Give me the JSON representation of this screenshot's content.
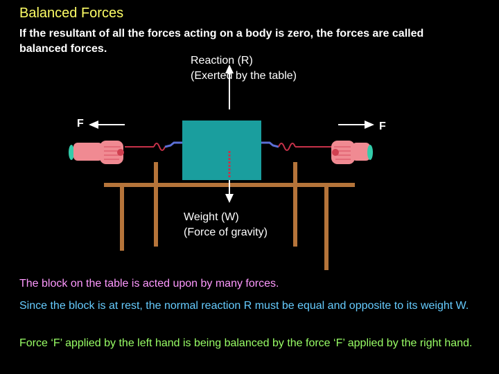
{
  "slide": {
    "title": "Balanced Forces",
    "intro": "If the resultant of all the forces acting on a body is zero, the forces are called balanced forces."
  },
  "diagram": {
    "reaction_label_line1": "Reaction (R)",
    "reaction_label_line2": "(Exerted by the table)",
    "weight_label_line1": "Weight (W)",
    "weight_label_line2": "(Force of gravity)",
    "force_left_label": "F",
    "force_right_label": "F",
    "colors": {
      "block": "#1a9e9e",
      "table": "#b5743a",
      "arrows": "#ffffff",
      "force_line": "#c8324a",
      "spring": "#5b6fd6",
      "hand": "#f08a92"
    },
    "icons": [
      "left-hand-icon",
      "right-hand-icon",
      "spring-icon",
      "block-icon",
      "table-icon"
    ]
  },
  "notes": [
    "The block on the table is acted upon by many forces.",
    "Since the block is at rest, the normal reaction R must be equal and opposite to its weight W.",
    "Force ‘F’ applied by the left hand is being balanced by the force ‘F’ applied by the right hand."
  ]
}
